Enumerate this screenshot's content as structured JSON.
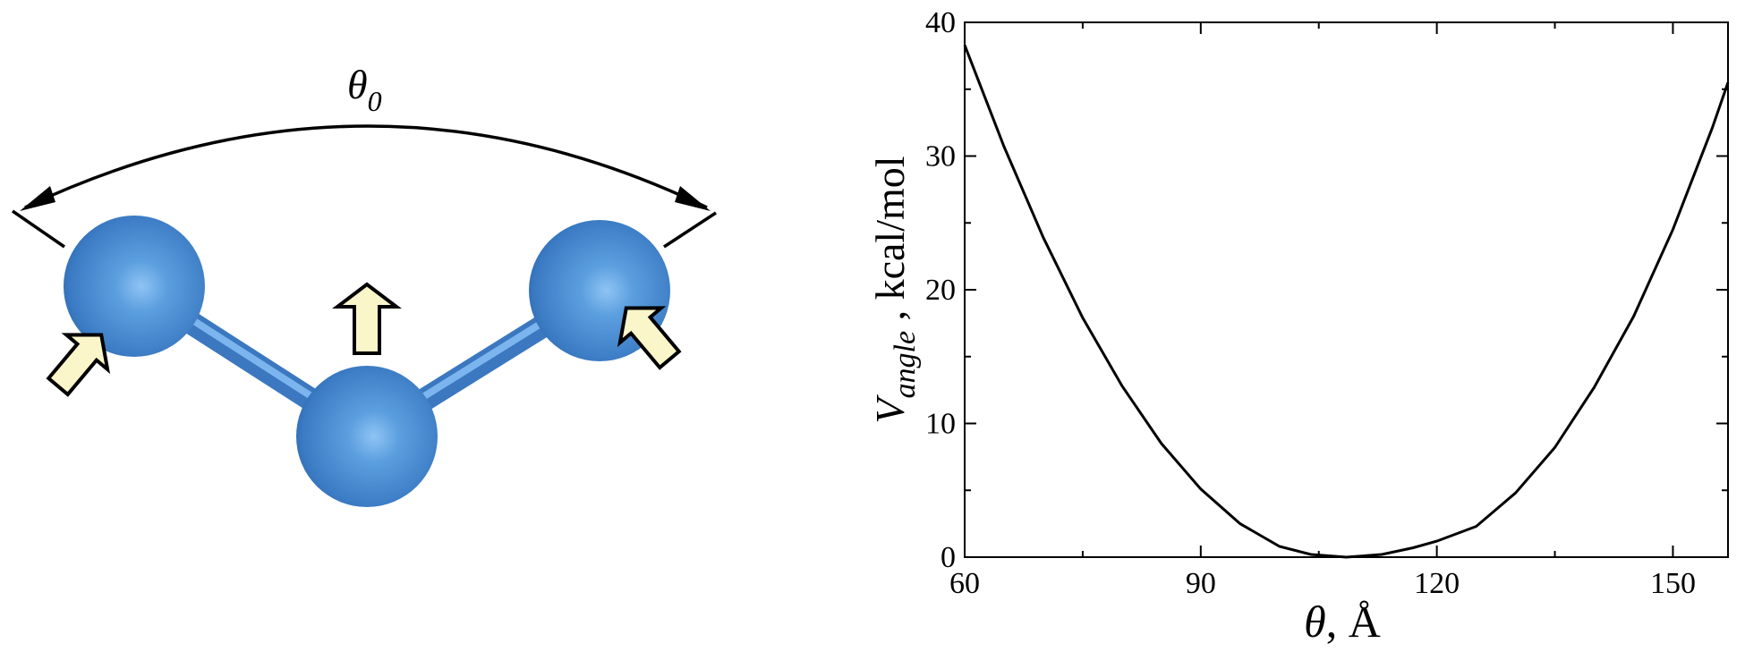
{
  "left_panel": {
    "angle_label": {
      "symbol": "θ",
      "subscript": "0"
    }
  },
  "chart_data": {
    "type": "line",
    "x_label": {
      "symbol": "θ",
      "rest": ", Å"
    },
    "y_label": {
      "symbol": "V",
      "subscript": "angle",
      "rest": " , kcal/mol"
    },
    "xlim": [
      60,
      157
    ],
    "ylim": [
      0,
      40
    ],
    "x_ticks": [
      60,
      90,
      120,
      150
    ],
    "x_minor_ticks": [
      75,
      105,
      135
    ],
    "y_ticks": [
      0,
      10,
      20,
      30,
      40
    ],
    "y_minor_ticks": [
      5,
      15,
      25,
      35
    ],
    "grid": false,
    "series": [
      {
        "x": [
          60,
          65,
          70,
          75,
          80,
          85,
          90,
          95,
          100,
          104,
          108.5,
          113,
          117,
          120,
          125,
          130,
          135,
          140,
          145,
          150,
          155,
          157
        ],
        "y": [
          38.3,
          30.7,
          23.9,
          17.9,
          12.8,
          8.5,
          5.1,
          2.5,
          0.8,
          0.2,
          0,
          0.2,
          0.7,
          1.2,
          2.3,
          4.8,
          8.2,
          12.7,
          18.0,
          24.5,
          32.1,
          35.5
        ]
      }
    ]
  }
}
